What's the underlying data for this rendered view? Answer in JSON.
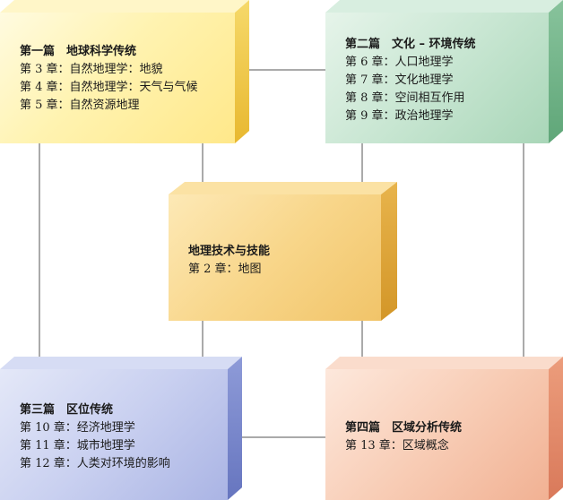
{
  "boxes": {
    "part1": {
      "title": "第一篇　地球科学传统",
      "lines": [
        "第 3 章：自然地理学：地貌",
        "第 4 章：自然地理学：天气与气候",
        "第 5 章：自然资源地理"
      ]
    },
    "part2": {
      "title": "第二篇　文化 – 环境传统",
      "lines": [
        "第 6 章：人口地理学",
        "第 7 章：文化地理学",
        "第 8 章：空间相互作用",
        "第 9 章：政治地理学"
      ]
    },
    "center": {
      "title": "地理技术与技能",
      "lines": [
        "第 2 章：地图"
      ]
    },
    "part3": {
      "title": "第三篇　区位传统",
      "lines": [
        "第 10 章：经济地理学",
        "第 11 章：城市地理学",
        "第 12 章：人类对环境的影响"
      ]
    },
    "part4": {
      "title": "第四篇　区域分析传统",
      "lines": [
        "第 13 章：区域概念"
      ]
    }
  },
  "colors": {
    "yellow": "#fff3b0",
    "green": "#c8e6d2",
    "orange": "#f8d68a",
    "blue": "#c9d0f0",
    "pink": "#f8cdb6",
    "connector": "#555555"
  }
}
